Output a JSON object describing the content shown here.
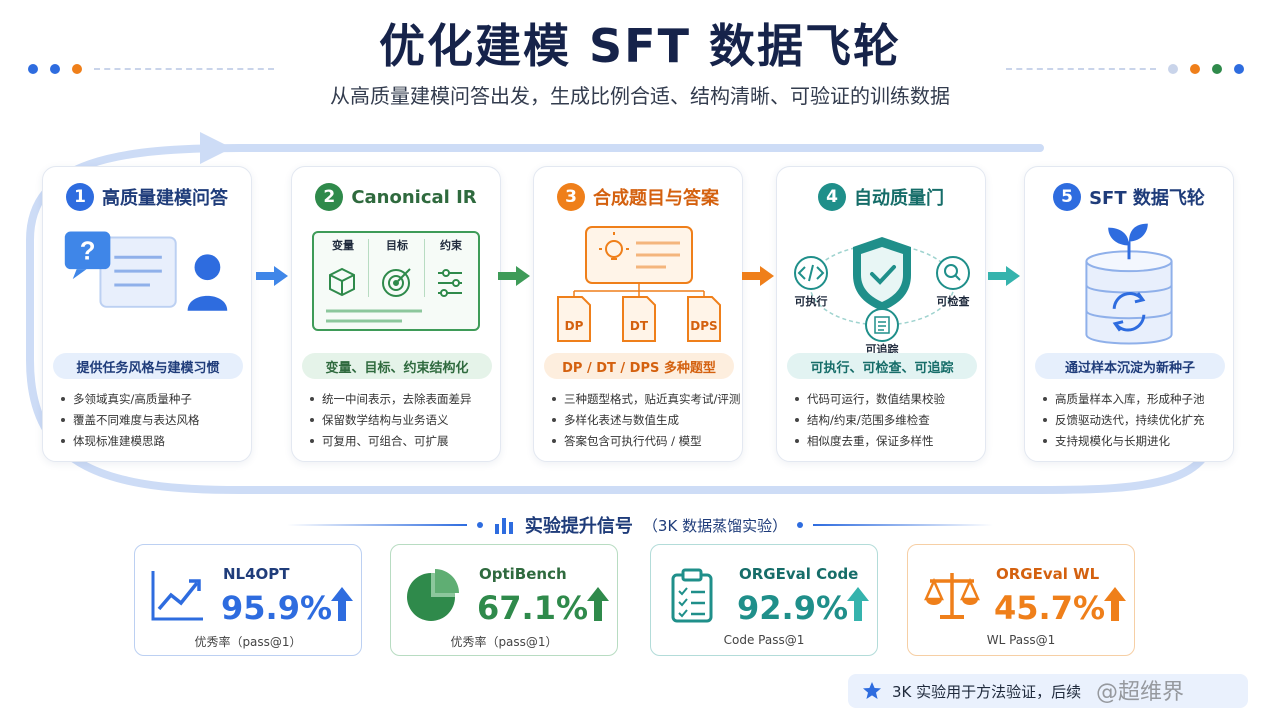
{
  "header": {
    "title": "优化建模 SFT 数据飞轮",
    "subtitle": "从高质量建模问答出发，生成比例合适、结构清晰、可验证的训练数据"
  },
  "colors": {
    "blue": "#2e6cdf",
    "green": "#2f8a4b",
    "orange": "#ef7f1a",
    "teal": "#1f8f8a",
    "navy": "#16234a"
  },
  "cards": [
    {
      "num": "1",
      "title": "高质量建模问答",
      "pill": "提供任务风格与建模习惯",
      "bullets": [
        "多领域真实/高质量种子",
        "覆盖不同难度与表达风格",
        "体现标准建模思路"
      ],
      "icons": [
        "question-bubble-icon",
        "document-icon",
        "user-icon"
      ]
    },
    {
      "num": "2",
      "title": "Canonical IR",
      "pill": "变量、目标、约束结构化",
      "bullets": [
        "统一中间表示，去除表面差异",
        "保留数学结构与业务语义",
        "可复用、可组合、可扩展"
      ],
      "labels": {
        "variables": "变量",
        "objective": "目标",
        "constraints": "约束"
      },
      "icons": [
        "cube-icon",
        "target-icon",
        "sliders-icon"
      ]
    },
    {
      "num": "3",
      "title": "合成题目与答案",
      "pill": "DP / DT / DPS 多种题型",
      "bullets": [
        "三种题型格式，贴近真实考试/评测",
        "多样化表述与数值生成",
        "答案包含可执行代码 / 模型"
      ],
      "docs": [
        "DP",
        "DT",
        "DPS"
      ],
      "icons": [
        "lightbulb-icon",
        "file-icon"
      ]
    },
    {
      "num": "4",
      "title": "自动质量门",
      "pill": "可执行、可检查、可追踪",
      "bullets": [
        "代码可运行，数值结果校验",
        "结构/约束/范围多维检查",
        "相似度去重，保证多样性"
      ],
      "labels": {
        "executable": "可执行",
        "checkable": "可检查",
        "traceable": "可追踪"
      },
      "icons": [
        "code-icon",
        "shield-check-icon",
        "magnifier-icon",
        "list-icon"
      ]
    },
    {
      "num": "5",
      "title": "SFT 数据飞轮",
      "pill": "通过样本沉淀为新种子",
      "bullets": [
        "高质量样本入库，形成种子池",
        "反馈驱动迭代，持续优化扩充",
        "支持规模化与长期进化"
      ],
      "icons": [
        "sprout-icon",
        "database-icon",
        "refresh-icon"
      ]
    }
  ],
  "section": {
    "title": "实验提升信号",
    "subtitle": "（3K 数据蒸馏实验）"
  },
  "metrics": [
    {
      "name": "NL4OPT",
      "value": "95.9%",
      "label": "优秀率（pass@1）",
      "icon": "line-chart-icon"
    },
    {
      "name": "OptiBench",
      "value": "67.1%",
      "label": "优秀率（pass@1）",
      "icon": "pie-chart-icon"
    },
    {
      "name": "ORGEval Code",
      "value": "92.9%",
      "label": "Code Pass@1",
      "icon": "clipboard-icon"
    },
    {
      "name": "ORGEval WL",
      "value": "45.7%",
      "label": "WL Pass@1",
      "icon": "scale-icon"
    }
  ],
  "note": {
    "text": "3K 实验用于方法验证，后续"
  },
  "watermark": "@超维界"
}
